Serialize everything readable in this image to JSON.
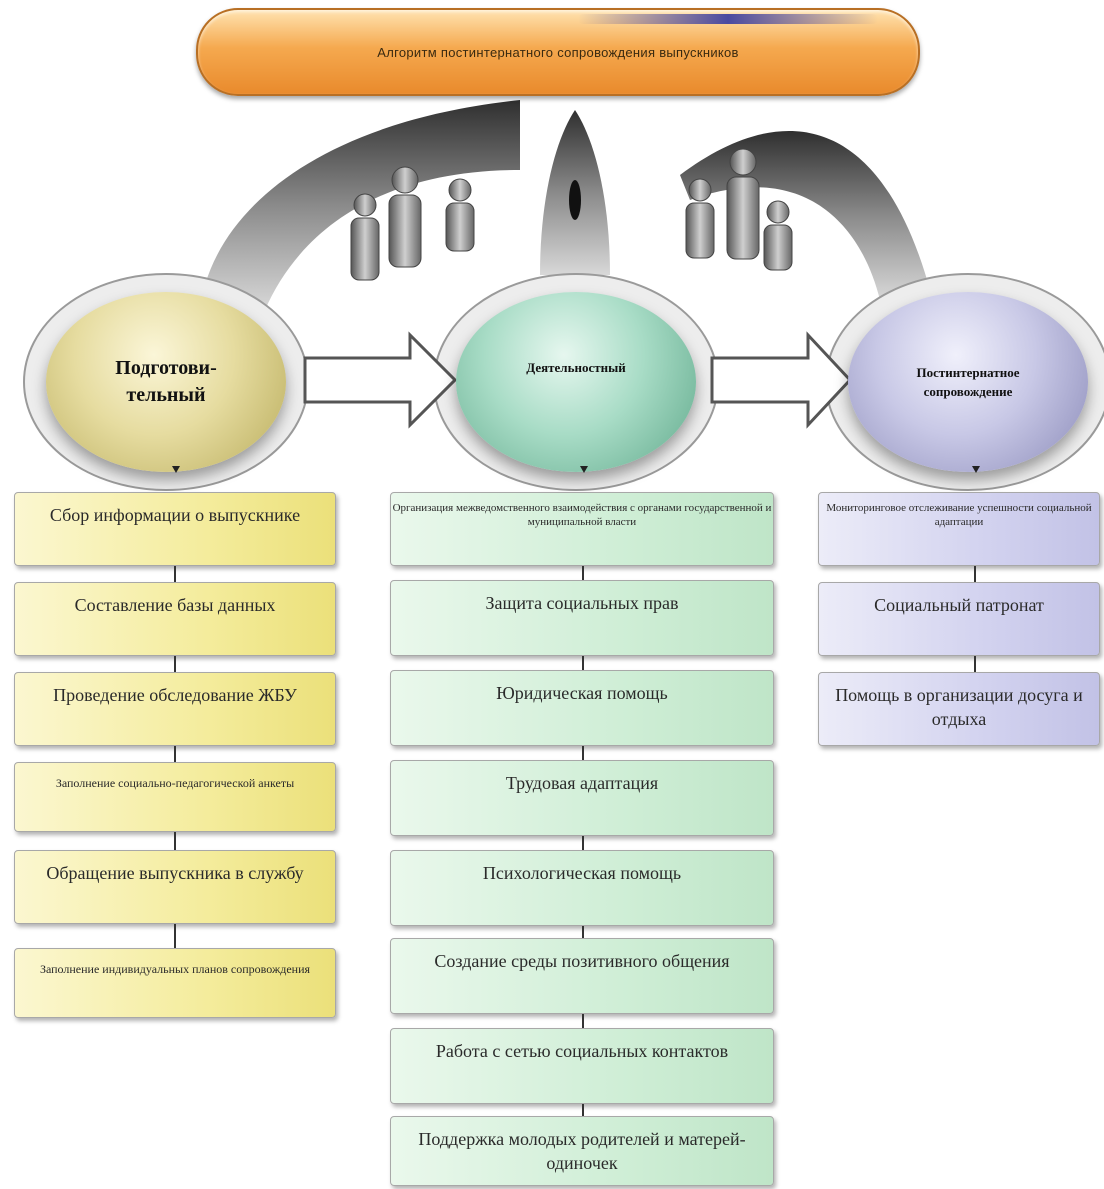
{
  "title": "Алгоритм постинтернатного сопровождения выпускников",
  "phases": [
    {
      "label": "Подготови-\nтельный"
    },
    {
      "label": "Деятельностный"
    },
    {
      "label": "Постинтернатное\nсопровождение"
    }
  ],
  "columns": {
    "preparatory": [
      "Сбор информации о выпускнике",
      "Составление базы данных",
      "Проведение обследование ЖБУ",
      "Заполнение социально-педагогической анкеты",
      "Обращение выпускника в службу",
      "Заполнение индивидуальных планов сопровождения"
    ],
    "activity": [
      "Организация межведомственного взаимодействия с органами государственной и муниципальной власти",
      "Защита социальных прав",
      "Юридическая помощь",
      "Трудовая адаптация",
      "Психологическая помощь",
      "Создание среды позитивного общения",
      "Работа с сетью социальных контактов",
      "Поддержка молодых родителей и матерей-одиночек"
    ],
    "post": [
      "Мониторинговое отслеживание успешности социальной адаптации",
      "Социальный патронат",
      "Помощь в организации досуга и отдыха"
    ]
  },
  "icons": [
    "people-group-icon",
    "people-group-icon",
    "right-arrow-icon",
    "right-arrow-icon"
  ]
}
